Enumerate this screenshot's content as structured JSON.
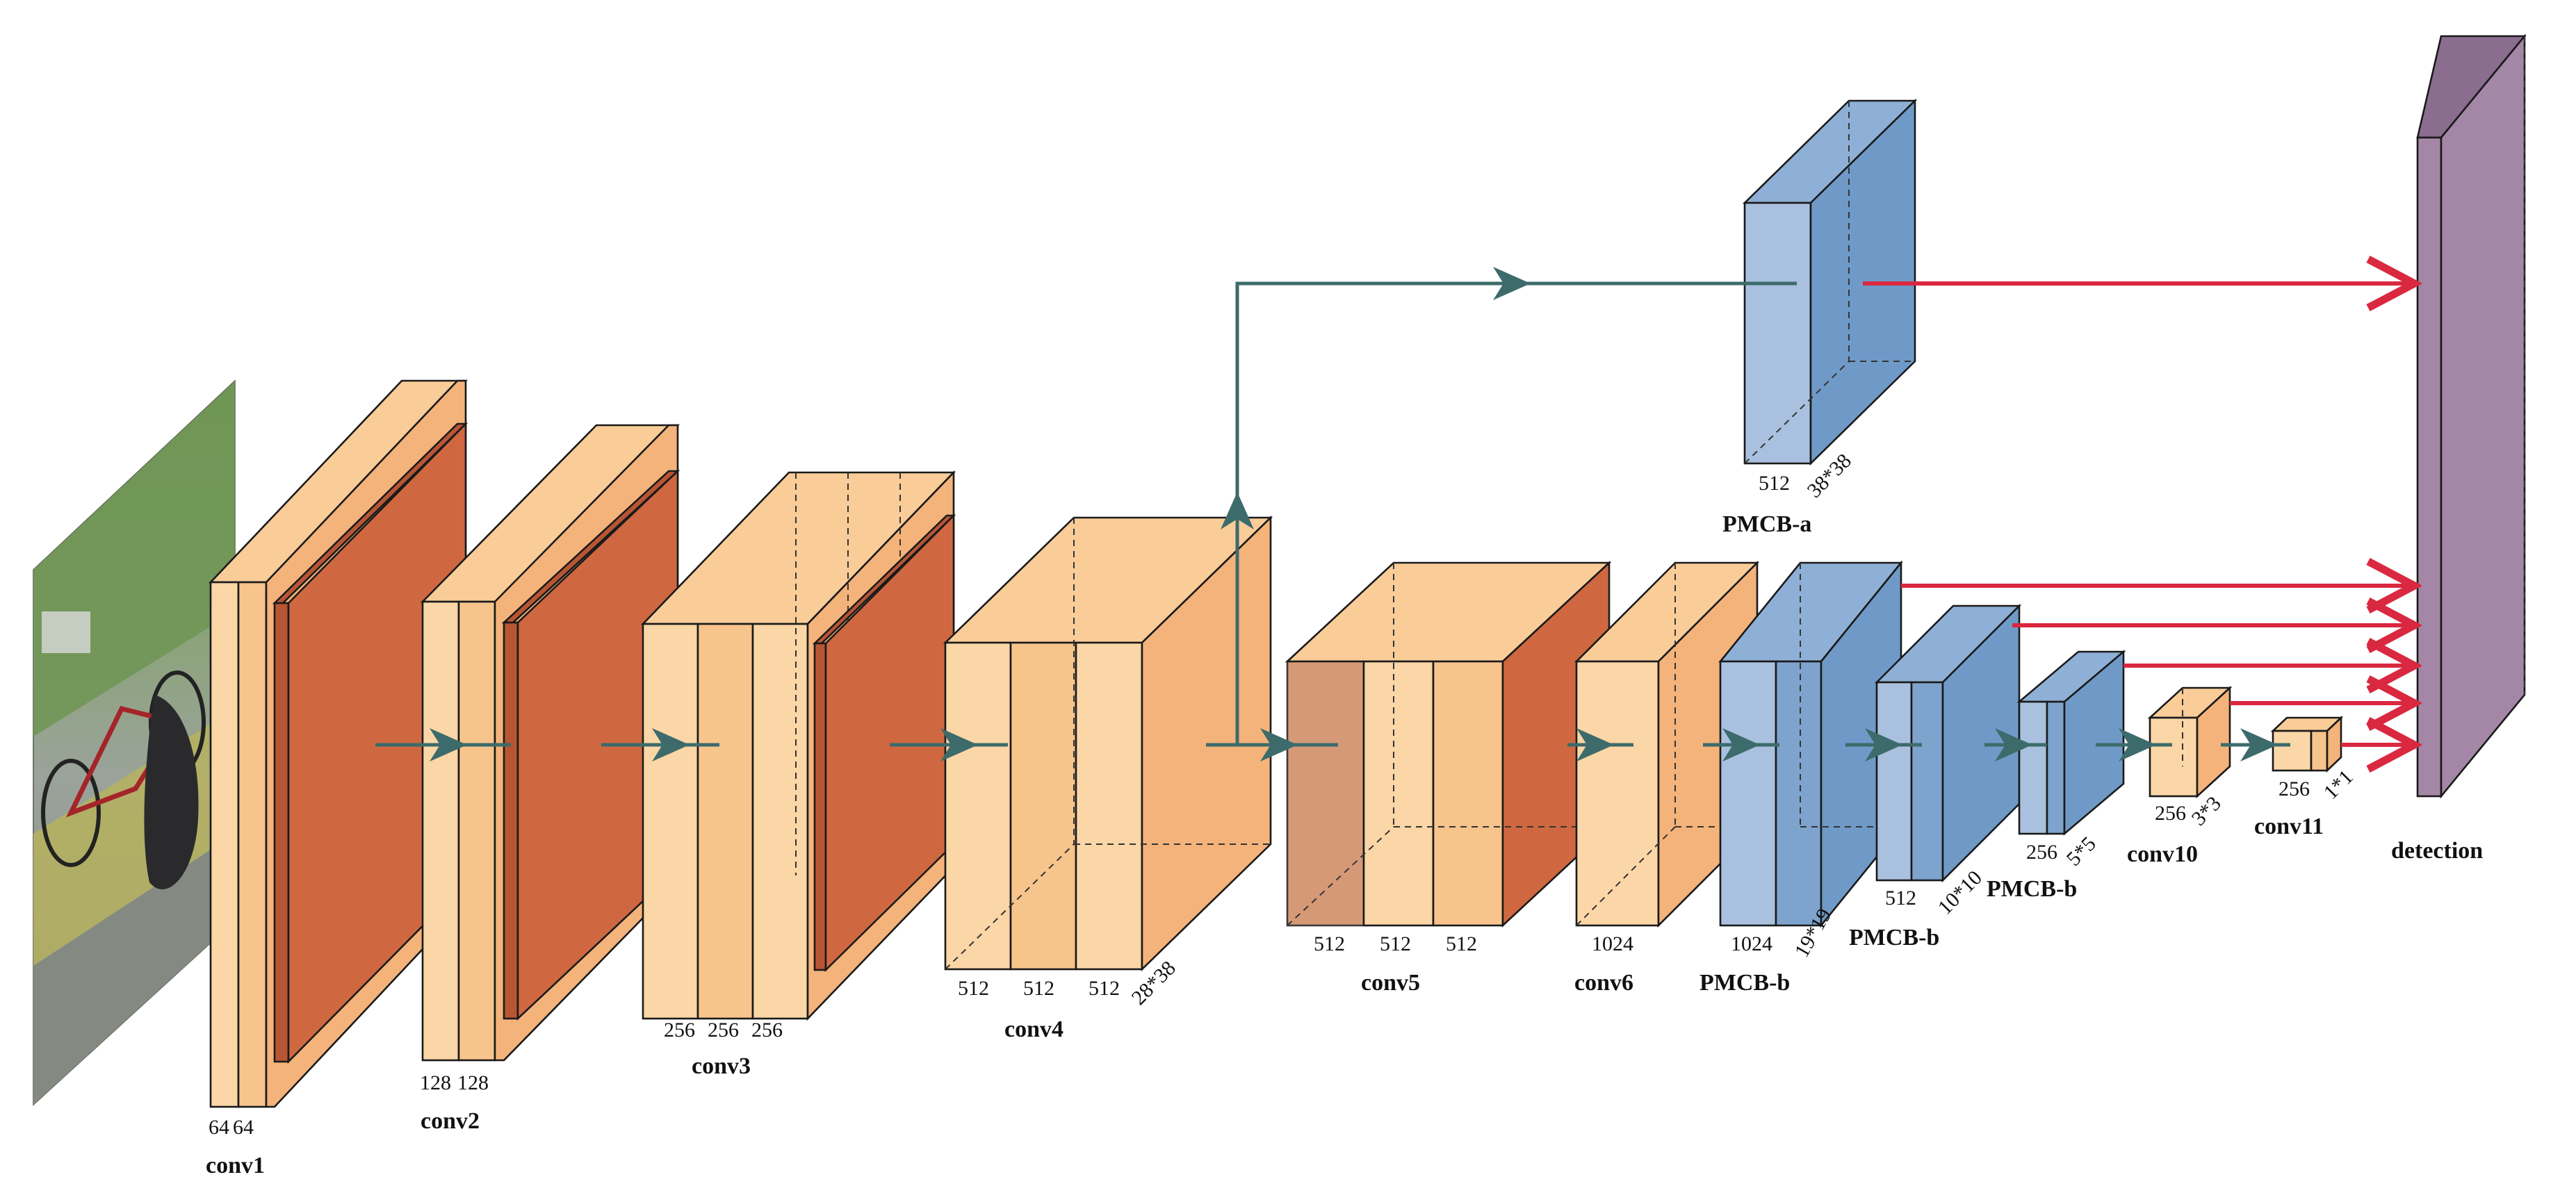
{
  "colors": {
    "orange_front": "#fbd6a6",
    "orange_mid": "#f7c48c",
    "orange_side": "#f4b37a",
    "orange_top": "#f9cc98",
    "pool_red": "#cf6840",
    "pool_red_dark": "#b85634",
    "blue_front": "#a9c1de",
    "blue_side": "#6f9ac8",
    "blue_top": "#8fb0d6",
    "purple_front": "#a487a7",
    "purple_side": "#8a6d8f",
    "arrow_gray": "#3d6b6b",
    "arrow_red": "#d9283f"
  },
  "input_image": {
    "icon": "bicycle-dog-photo"
  },
  "layers": {
    "conv1": {
      "label": "conv1",
      "dims": [
        "64",
        "64"
      ]
    },
    "conv2": {
      "label": "conv2",
      "dims": [
        "128",
        "128"
      ]
    },
    "conv3": {
      "label": "conv3",
      "dims": [
        "256",
        "256",
        "256"
      ]
    },
    "conv4": {
      "label": "conv4",
      "dims": [
        "512",
        "512",
        "512"
      ],
      "size": "28*38"
    },
    "conv5": {
      "label": "conv5",
      "dims": [
        "512",
        "512",
        "512"
      ]
    },
    "conv6": {
      "label": "conv6",
      "dims": [
        "1024"
      ]
    },
    "pmcb_a": {
      "label": "PMCB-a",
      "dims": [
        "512"
      ],
      "size": "38*38"
    },
    "pmcb_b1": {
      "label": "PMCB-b",
      "dims": [
        "1024"
      ],
      "size": "19*19"
    },
    "pmcb_b2": {
      "label": "PMCB-b",
      "dims": [
        "512"
      ],
      "size": "10*10"
    },
    "pmcb_b3": {
      "label": "PMCB-b",
      "dims": [
        "256"
      ],
      "size": "5*5"
    },
    "conv10": {
      "label": "conv10",
      "dims": [
        "256"
      ],
      "size": "3*3"
    },
    "conv11": {
      "label": "conv11",
      "dims": [
        "256"
      ],
      "size": "1*1"
    },
    "detection": {
      "label": "detection"
    }
  }
}
